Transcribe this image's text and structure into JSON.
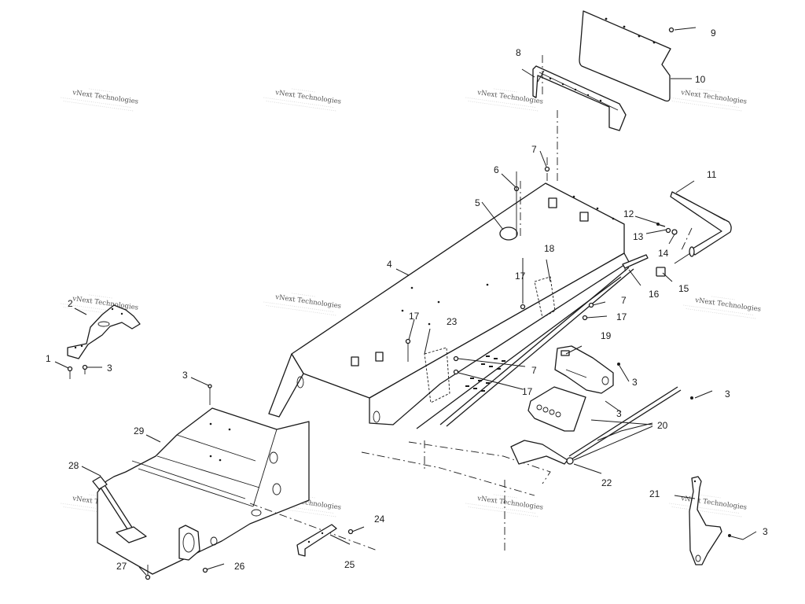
{
  "diagram": {
    "type": "exploded-parts-diagram",
    "watermark_text": "vNext Technologies",
    "callouts": [
      {
        "id": "c1",
        "label": "1"
      },
      {
        "id": "c2",
        "label": "2"
      },
      {
        "id": "c3a",
        "label": "3"
      },
      {
        "id": "c3b",
        "label": "3"
      },
      {
        "id": "c3c",
        "label": "3"
      },
      {
        "id": "c3d",
        "label": "3"
      },
      {
        "id": "c3e",
        "label": "3"
      },
      {
        "id": "c3f",
        "label": "3"
      },
      {
        "id": "c4",
        "label": "4"
      },
      {
        "id": "c5",
        "label": "5"
      },
      {
        "id": "c6",
        "label": "6"
      },
      {
        "id": "c7a",
        "label": "7"
      },
      {
        "id": "c7b",
        "label": "7"
      },
      {
        "id": "c7c",
        "label": "7"
      },
      {
        "id": "c8",
        "label": "8"
      },
      {
        "id": "c9",
        "label": "9"
      },
      {
        "id": "c10",
        "label": "10"
      },
      {
        "id": "c11",
        "label": "11"
      },
      {
        "id": "c12",
        "label": "12"
      },
      {
        "id": "c13",
        "label": "13"
      },
      {
        "id": "c14",
        "label": "14"
      },
      {
        "id": "c15",
        "label": "15"
      },
      {
        "id": "c16",
        "label": "16"
      },
      {
        "id": "c17a",
        "label": "17"
      },
      {
        "id": "c17b",
        "label": "17"
      },
      {
        "id": "c17c",
        "label": "17"
      },
      {
        "id": "c17d",
        "label": "17"
      },
      {
        "id": "c18",
        "label": "18"
      },
      {
        "id": "c19",
        "label": "19"
      },
      {
        "id": "c20",
        "label": "20"
      },
      {
        "id": "c21",
        "label": "21"
      },
      {
        "id": "c22",
        "label": "22"
      },
      {
        "id": "c23",
        "label": "23"
      },
      {
        "id": "c24",
        "label": "24"
      },
      {
        "id": "c25",
        "label": "25"
      },
      {
        "id": "c26",
        "label": "26"
      },
      {
        "id": "c27",
        "label": "27"
      },
      {
        "id": "c28",
        "label": "28"
      },
      {
        "id": "c29",
        "label": "29"
      }
    ]
  }
}
